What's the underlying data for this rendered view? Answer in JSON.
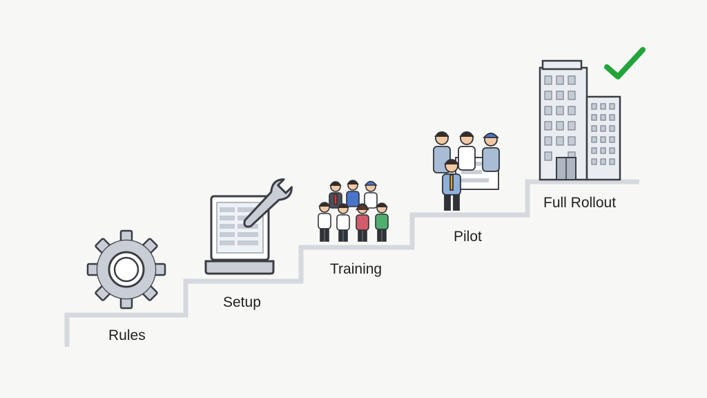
{
  "diagram": {
    "steps": [
      {
        "label": "Rules",
        "icon": "gear-icon"
      },
      {
        "label": "Setup",
        "icon": "laptop-wrench-icon"
      },
      {
        "label": "Training",
        "icon": "trainees-group-icon"
      },
      {
        "label": "Pilot",
        "icon": "pilot-team-icon"
      },
      {
        "label": "Full Rollout",
        "icon": "office-building-icon"
      }
    ],
    "completion_icon": "checkmark-icon",
    "colors": {
      "background": "#f7f7f6",
      "stairs": "#d5d9de",
      "icon_outline": "#3a3d44",
      "icon_fill": "#cfd4db",
      "checkmark": "#22a43a"
    }
  }
}
